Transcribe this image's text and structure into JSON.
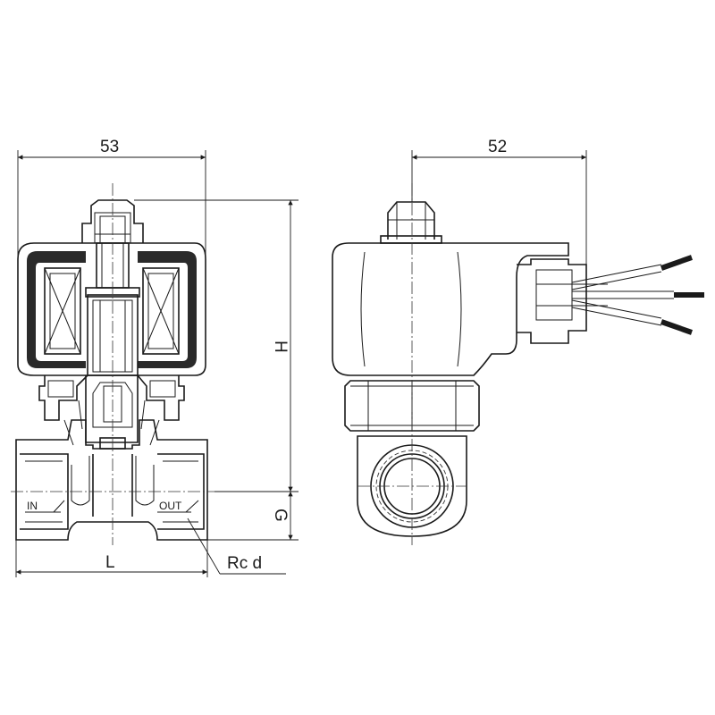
{
  "dimensions": {
    "width_front": "53",
    "width_side": "52",
    "height": "H",
    "port_height": "G",
    "length": "L",
    "port_thread": "Rc d"
  },
  "port_labels": {
    "inlet": "IN",
    "outlet": "OUT"
  }
}
